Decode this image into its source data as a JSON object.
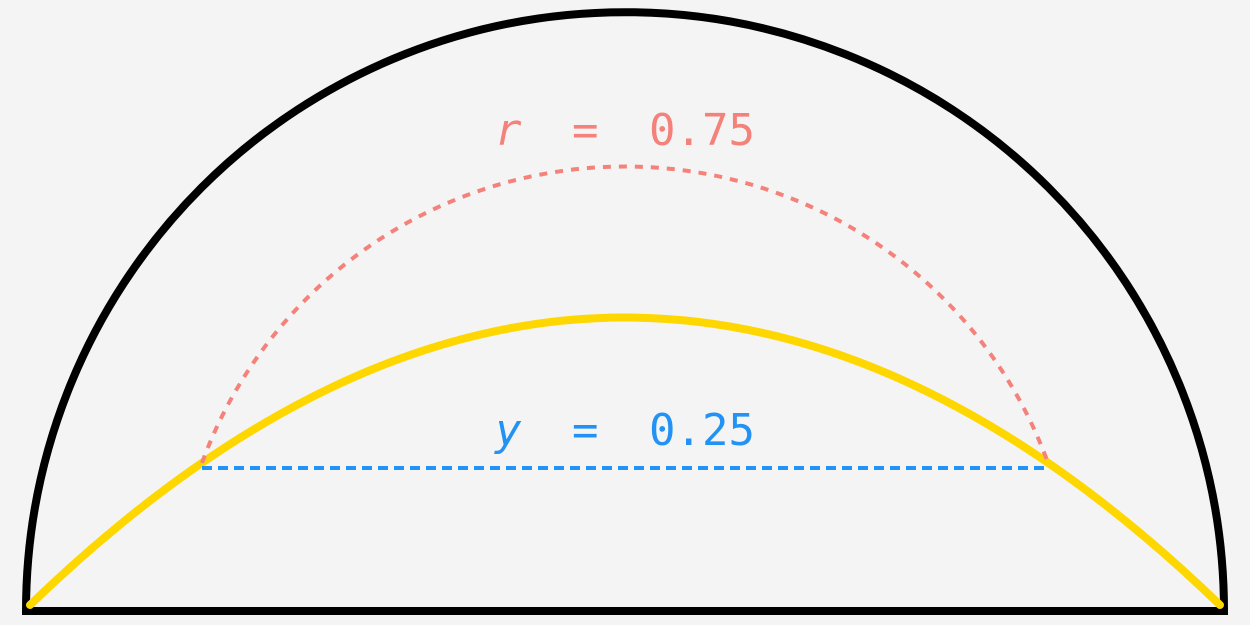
{
  "colors": {
    "background": "#f4f4f4",
    "outline": "#000000",
    "curve": "#ffd700",
    "radius_arc": "#f4817a",
    "level_line": "#2293f4"
  },
  "labels": {
    "radius": {
      "variable": "r",
      "equals": "=",
      "value": "0.75"
    },
    "level": {
      "variable": "y",
      "equals": "=",
      "value": "0.25"
    }
  }
}
